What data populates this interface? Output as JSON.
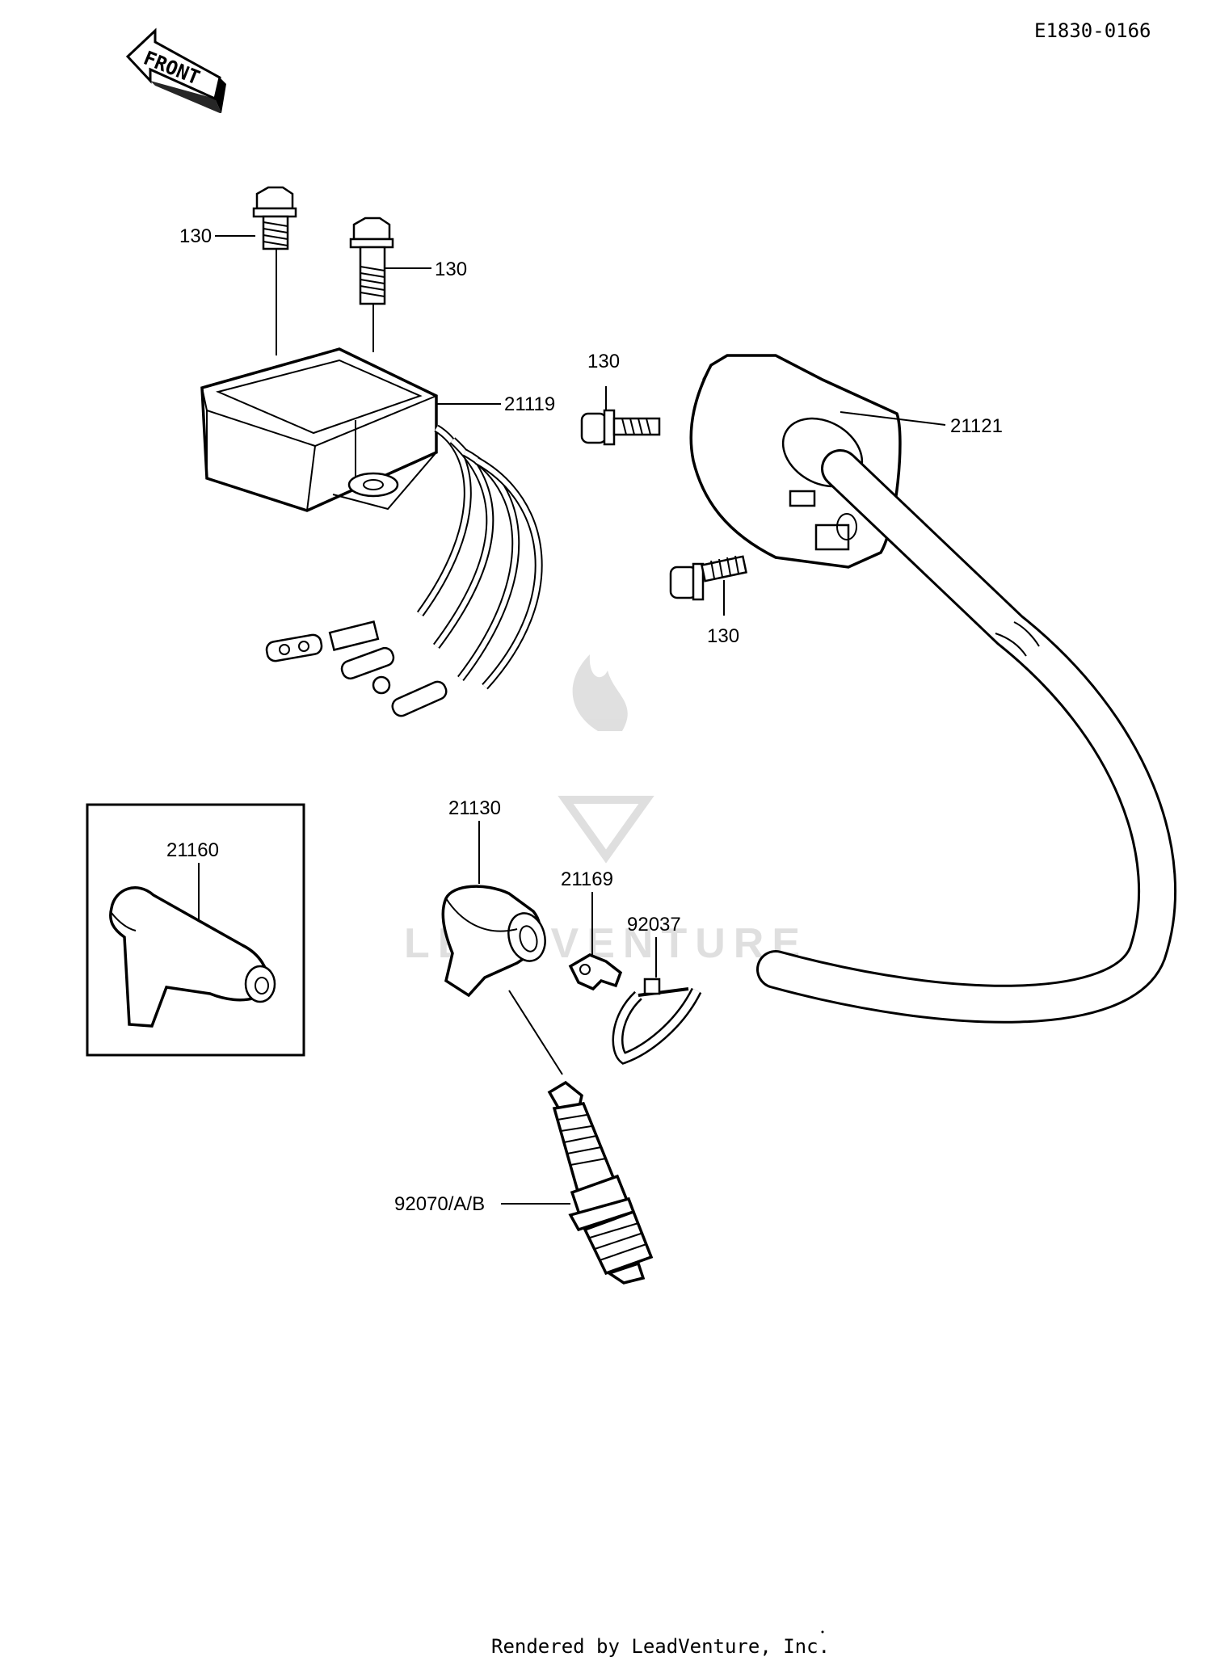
{
  "diagram_code": "E1830-0166",
  "front_label": "FRONT",
  "callouts": {
    "bolt_top_left": "130",
    "bolt_top_right": "130",
    "bolt_middle": "130",
    "bolt_lower": "130",
    "cdi_unit": "21119",
    "ignition_coil": "21121",
    "cap_boxed": "21160",
    "plug_cap": "21130",
    "clamp": "21169",
    "tie_band": "92037",
    "spark_plug": "92070/A/B"
  },
  "watermark": "LEADVENTURE",
  "footer": "Rendered by LeadVenture, Inc."
}
